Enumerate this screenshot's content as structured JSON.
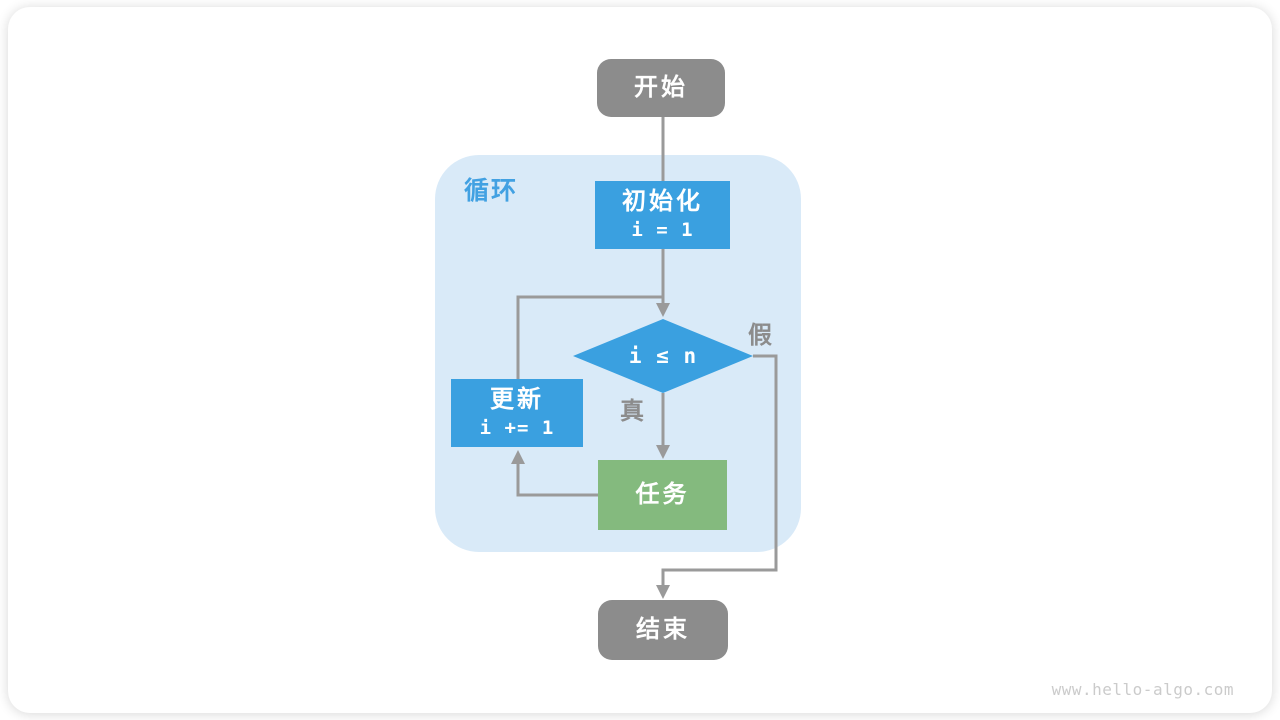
{
  "flowchart": {
    "loop_label": "循环",
    "nodes": {
      "start": {
        "label": "开始"
      },
      "init": {
        "label": "初始化",
        "code": "i = 1"
      },
      "condition": {
        "code": "i ≤ n"
      },
      "update": {
        "label": "更新",
        "code": "i += 1"
      },
      "task": {
        "label": "任务"
      },
      "end": {
        "label": "结束"
      }
    },
    "branch_labels": {
      "true": "真",
      "false": "假"
    },
    "colors": {
      "process_blue": "#3aa0e0",
      "task_green": "#84ba7e",
      "terminal_gray": "#8c8c8c",
      "loop_region_bg": "#d9eaf8",
      "edge_gray": "#9a9a9a",
      "loop_label_blue": "#42a1e2",
      "branch_label_gray": "#8c8c8c"
    }
  },
  "footer": {
    "watermark": "www.hello-algo.com"
  }
}
